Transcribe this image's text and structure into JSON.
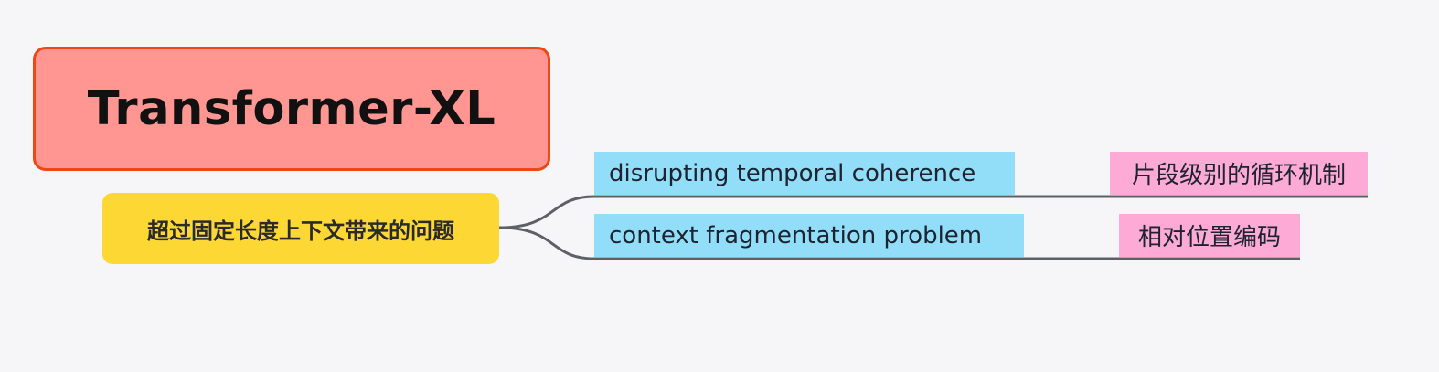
{
  "diagram": {
    "root": {
      "label": "Transformer-XL"
    },
    "problem": {
      "label": "超过固定长度上下文带来的问题"
    },
    "issues": [
      {
        "label": "disrupting temporal coherence",
        "solution": "片段级别的循环机制"
      },
      {
        "label": "context fragmentation problem",
        "solution": "相对位置编码"
      }
    ],
    "colors": {
      "background": "#f6f6f8",
      "root_fill": "#ff9691",
      "root_border": "#f04716",
      "problem_fill": "#fdd834",
      "issue_fill": "#92def8",
      "solution_fill": "#fdaad6",
      "connector": "#5f6066"
    }
  }
}
